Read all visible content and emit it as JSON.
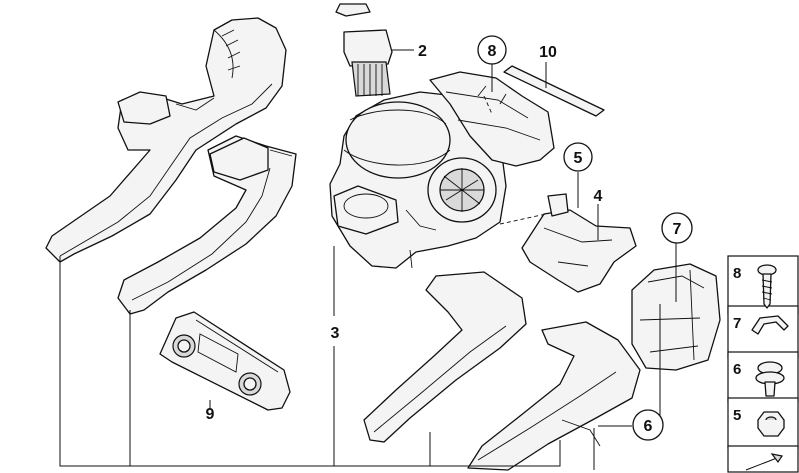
{
  "callouts": {
    "c1": "2",
    "c2": "8",
    "c3": "10",
    "c4": "5",
    "c5": "4",
    "c6": "7",
    "c7": "3",
    "c8": "9",
    "c9": "6"
  },
  "legend": {
    "l1": "8",
    "l2": "7",
    "l3": "6",
    "l4": "5"
  }
}
